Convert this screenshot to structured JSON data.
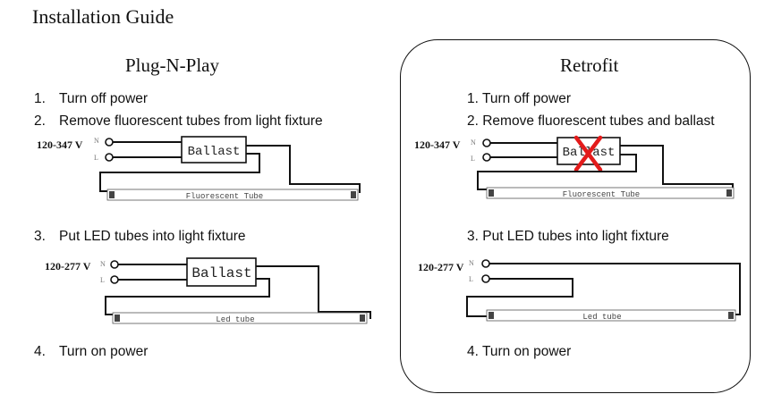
{
  "title": "Installation Guide",
  "plug_n_play": {
    "heading": "Plug-N-Play",
    "steps": [
      {
        "num": "1.",
        "text": "Turn off power"
      },
      {
        "num": "2.",
        "text": "Remove fluorescent tubes from light fixture"
      },
      {
        "num": "3.",
        "text": "Put LED tubes into light fixture"
      },
      {
        "num": "4.",
        "text": "Turn on power"
      }
    ],
    "diagram1": {
      "voltage": "120-347 V",
      "n": "N",
      "l": "L",
      "ballast": "Ballast",
      "tube": "Fluorescent Tube"
    },
    "diagram2": {
      "voltage": "120-277 V",
      "n": "N",
      "l": "L",
      "ballast": "Ballast",
      "tube": "Led tube"
    }
  },
  "retrofit": {
    "heading": "Retrofit",
    "steps": [
      {
        "text": "1. Turn off power"
      },
      {
        "text": "2. Remove fluorescent tubes and ballast"
      },
      {
        "text": "3. Put LED tubes into light fixture"
      },
      {
        "text": "4. Turn on power"
      }
    ],
    "diagram1": {
      "voltage": "120-347 V",
      "n": "N",
      "l": "L",
      "ballast": "Ballast",
      "tube": "Fluorescent Tube",
      "removed_mark_color": "#e31b1b"
    },
    "diagram2": {
      "voltage": "120-277 V",
      "n": "N",
      "l": "L",
      "tube": "Led tube"
    }
  }
}
